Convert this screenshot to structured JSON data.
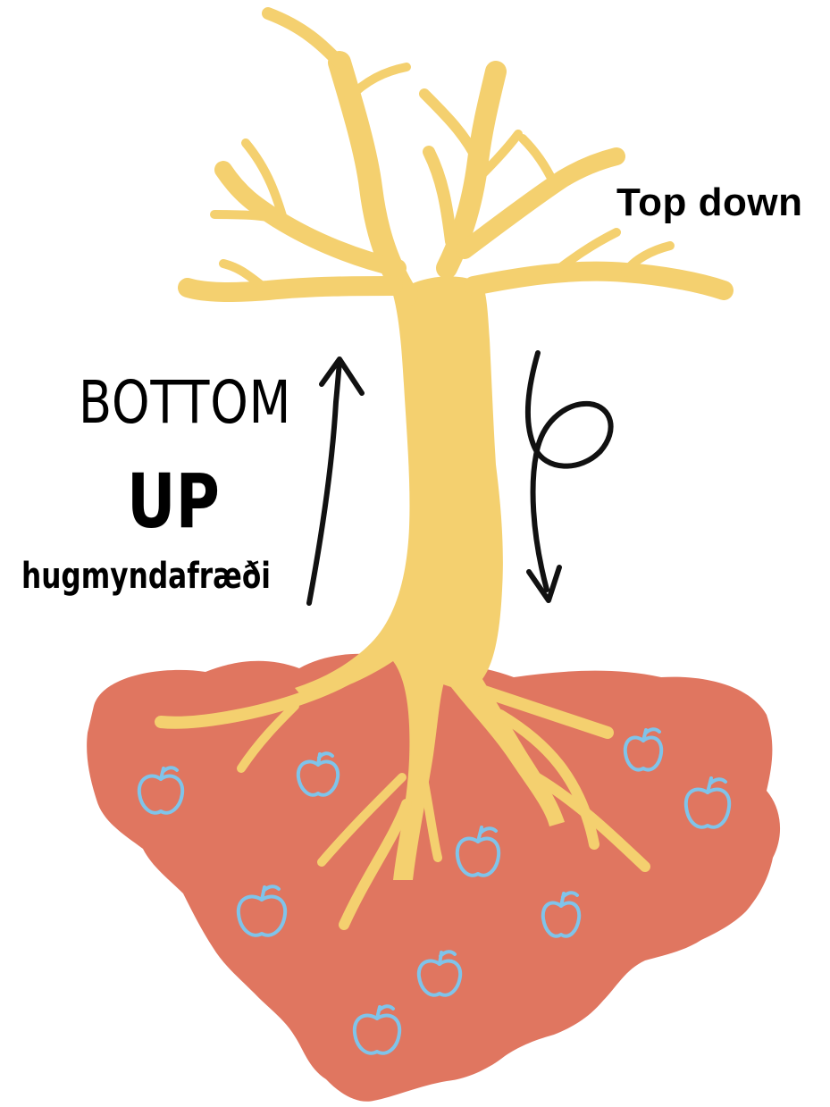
{
  "labels": {
    "top_down": "Top down",
    "bottom": "BOTTOM",
    "up": "UP",
    "subtitle": "hugmyndafræði"
  },
  "colors": {
    "tree": "#f4d06f",
    "soil": "#e07660",
    "apple_outline": "#7fc4ea",
    "ink": "#111111"
  },
  "icons": {
    "up_arrow": "arrow-up-icon",
    "down_arrow": "looped-arrow-down-icon",
    "apple": "apple-outline-icon"
  }
}
